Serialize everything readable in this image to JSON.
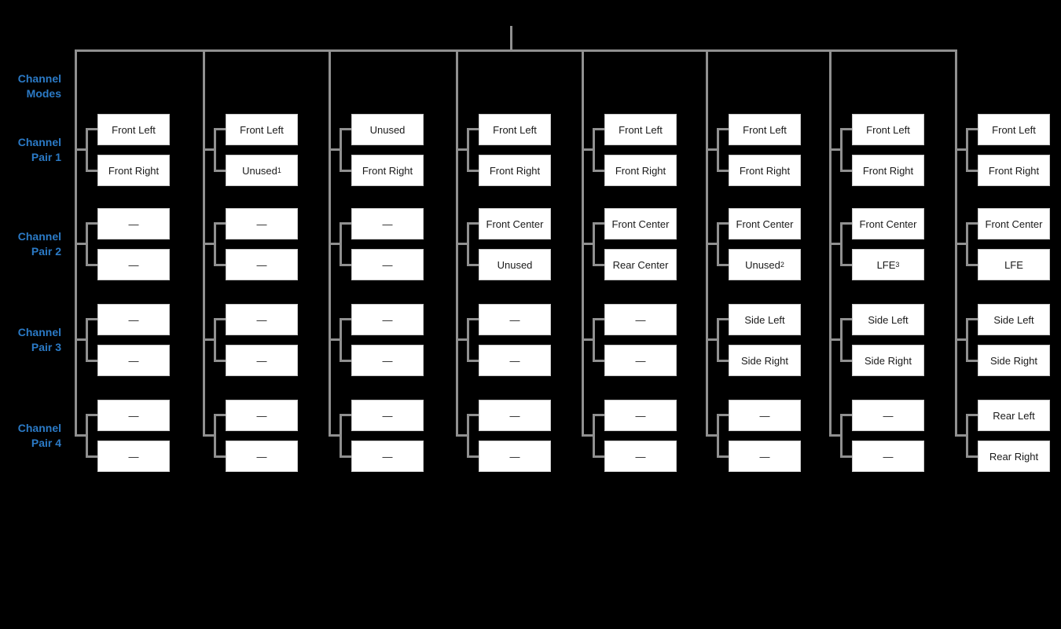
{
  "diagram": {
    "row_labels": [
      {
        "line1": "Channel",
        "line2": "Modes"
      },
      {
        "line1": "Channel",
        "line2": "Pair 1"
      },
      {
        "line1": "Channel",
        "line2": "Pair 2"
      },
      {
        "line1": "Channel",
        "line2": "Pair 3"
      },
      {
        "line1": "Channel",
        "line2": "Pair 4"
      }
    ],
    "columns": [
      {
        "pairs": [
          [
            {
              "text": "Front Left",
              "sup": ""
            },
            {
              "text": "Front Right",
              "sup": ""
            }
          ],
          [
            {
              "text": "—",
              "sup": ""
            },
            {
              "text": "—",
              "sup": ""
            }
          ],
          [
            {
              "text": "—",
              "sup": ""
            },
            {
              "text": "—",
              "sup": ""
            }
          ],
          [
            {
              "text": "—",
              "sup": ""
            },
            {
              "text": "—",
              "sup": ""
            }
          ]
        ]
      },
      {
        "pairs": [
          [
            {
              "text": "Front Left",
              "sup": ""
            },
            {
              "text": "Unused",
              "sup": "1"
            }
          ],
          [
            {
              "text": "—",
              "sup": ""
            },
            {
              "text": "—",
              "sup": ""
            }
          ],
          [
            {
              "text": "—",
              "sup": ""
            },
            {
              "text": "—",
              "sup": ""
            }
          ],
          [
            {
              "text": "—",
              "sup": ""
            },
            {
              "text": "—",
              "sup": ""
            }
          ]
        ]
      },
      {
        "pairs": [
          [
            {
              "text": "Unused",
              "sup": ""
            },
            {
              "text": "Front Right",
              "sup": ""
            }
          ],
          [
            {
              "text": "—",
              "sup": ""
            },
            {
              "text": "—",
              "sup": ""
            }
          ],
          [
            {
              "text": "—",
              "sup": ""
            },
            {
              "text": "—",
              "sup": ""
            }
          ],
          [
            {
              "text": "—",
              "sup": ""
            },
            {
              "text": "—",
              "sup": ""
            }
          ]
        ]
      },
      {
        "pairs": [
          [
            {
              "text": "Front Left",
              "sup": ""
            },
            {
              "text": "Front Right",
              "sup": ""
            }
          ],
          [
            {
              "text": "Front Center",
              "sup": ""
            },
            {
              "text": "Unused",
              "sup": ""
            }
          ],
          [
            {
              "text": "—",
              "sup": ""
            },
            {
              "text": "—",
              "sup": ""
            }
          ],
          [
            {
              "text": "—",
              "sup": ""
            },
            {
              "text": "—",
              "sup": ""
            }
          ]
        ]
      },
      {
        "pairs": [
          [
            {
              "text": "Front Left",
              "sup": ""
            },
            {
              "text": "Front Right",
              "sup": ""
            }
          ],
          [
            {
              "text": "Front Center",
              "sup": ""
            },
            {
              "text": "Rear Center",
              "sup": ""
            }
          ],
          [
            {
              "text": "—",
              "sup": ""
            },
            {
              "text": "—",
              "sup": ""
            }
          ],
          [
            {
              "text": "—",
              "sup": ""
            },
            {
              "text": "—",
              "sup": ""
            }
          ]
        ]
      },
      {
        "pairs": [
          [
            {
              "text": "Front Left",
              "sup": ""
            },
            {
              "text": "Front Right",
              "sup": ""
            }
          ],
          [
            {
              "text": "Front Center",
              "sup": ""
            },
            {
              "text": "Unused",
              "sup": "2"
            }
          ],
          [
            {
              "text": "Side Left",
              "sup": ""
            },
            {
              "text": "Side Right",
              "sup": ""
            }
          ],
          [
            {
              "text": "—",
              "sup": ""
            },
            {
              "text": "—",
              "sup": ""
            }
          ]
        ]
      },
      {
        "pairs": [
          [
            {
              "text": "Front Left",
              "sup": ""
            },
            {
              "text": "Front Right",
              "sup": ""
            }
          ],
          [
            {
              "text": "Front Center",
              "sup": ""
            },
            {
              "text": "LFE",
              "sup": "3"
            }
          ],
          [
            {
              "text": "Side Left",
              "sup": ""
            },
            {
              "text": "Side Right",
              "sup": ""
            }
          ],
          [
            {
              "text": "—",
              "sup": ""
            },
            {
              "text": "—",
              "sup": ""
            }
          ]
        ]
      },
      {
        "pairs": [
          [
            {
              "text": "Front Left",
              "sup": ""
            },
            {
              "text": "Front Right",
              "sup": ""
            }
          ],
          [
            {
              "text": "Front Center",
              "sup": ""
            },
            {
              "text": "LFE",
              "sup": ""
            }
          ],
          [
            {
              "text": "Side Left",
              "sup": ""
            },
            {
              "text": "Side Right",
              "sup": ""
            }
          ],
          [
            {
              "text": "Rear Left",
              "sup": ""
            },
            {
              "text": "Rear Right",
              "sup": ""
            }
          ]
        ]
      }
    ],
    "colors": {
      "background": "#000000",
      "connector_gray": "#909090",
      "label_blue": "#2b7ac6",
      "box_background": "#ffffff",
      "box_border": "#c9c9c9",
      "box_text": "#1a1a1a"
    }
  }
}
